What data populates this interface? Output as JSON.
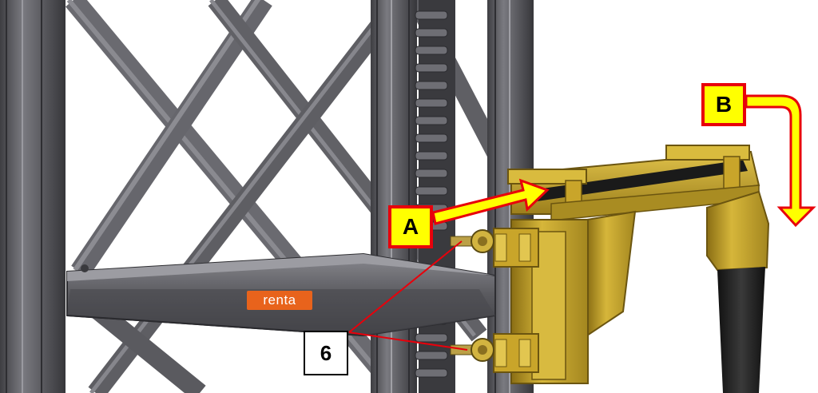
{
  "callouts": {
    "a": "A",
    "b": "B",
    "six": "6"
  },
  "brand_label": "renta",
  "colors": {
    "callout_fill": "#ffff00",
    "callout_border": "#e8000b",
    "steel": "#5c5c60",
    "bracket": "#c9a52a",
    "brand": "#e8631c",
    "leader_line": "#e8000b"
  }
}
